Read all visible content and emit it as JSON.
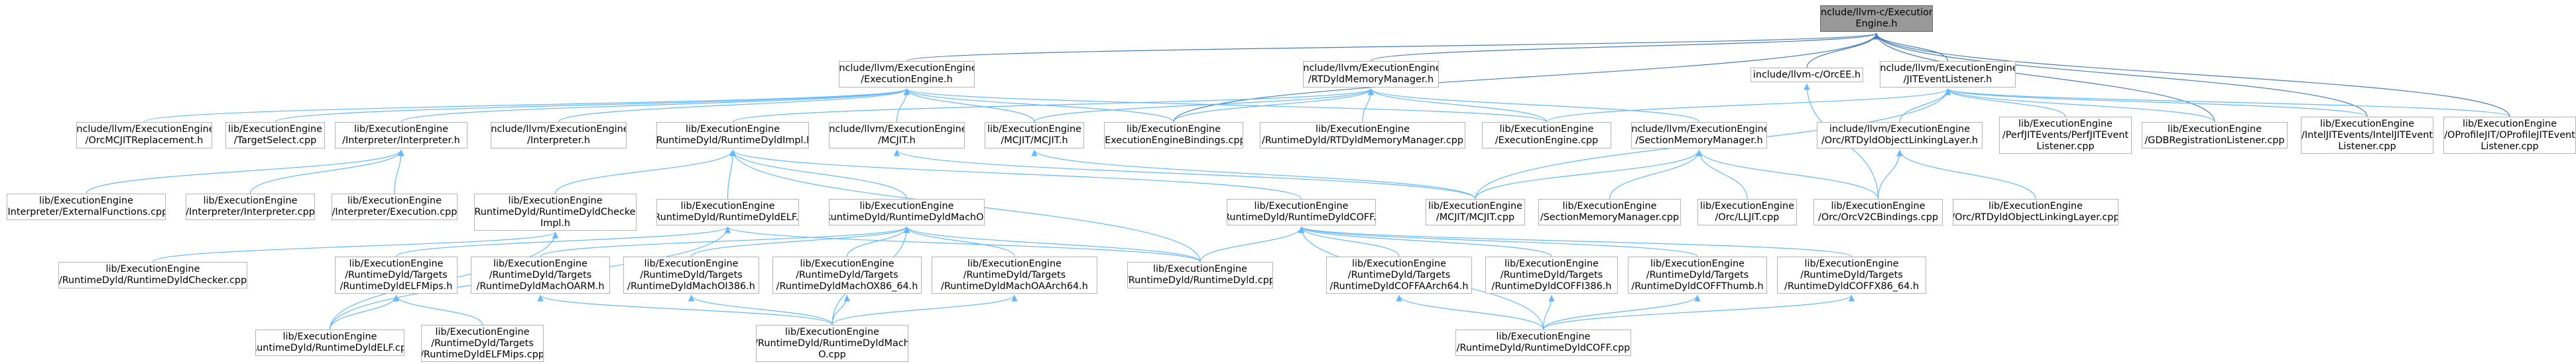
{
  "colors": {
    "edge": "#63b8ff",
    "edge_from_root": "#4a7ebb",
    "node_border": "#b4b4b4",
    "root_fill": "#999999"
  },
  "nodes": {
    "root": "include/llvm-c/Execution\nEngine.h",
    "ee_h": "include/llvm/ExecutionEngine\n/ExecutionEngine.h",
    "rtdyld_mm": "include/llvm/ExecutionEngine\n/RTDyldMemoryManager.h",
    "orcee": "include/llvm-c/OrcEE.h",
    "jit_listener": "include/llvm/ExecutionEngine\n/JITEventListener.h",
    "orcmcjit": "include/llvm/ExecutionEngine\n/OrcMCJITReplacement.h",
    "targetselect": "lib/ExecutionEngine\n/TargetSelect.cpp",
    "interp_h": "lib/ExecutionEngine\n/Interpreter/Interpreter.h",
    "interp_inc": "include/llvm/ExecutionEngine\n/Interpreter.h",
    "dyldimpl": "lib/ExecutionEngine\n/RuntimeDyld/RuntimeDyldImpl.h",
    "mcjit_inc": "include/llvm/ExecutionEngine\n/MCJIT.h",
    "mcjit_h": "lib/ExecutionEngine\n/MCJIT/MCJIT.h",
    "eebind": "lib/ExecutionEngine\n/ExecutionEngineBindings.cpp",
    "rtdyld_mm_cpp": "lib/ExecutionEngine\n/RuntimeDyld/RTDyldMemoryManager.cpp",
    "ee_cpp": "lib/ExecutionEngine\n/ExecutionEngine.cpp",
    "sectmm": "include/llvm/ExecutionEngine\n/SectionMemoryManager.h",
    "orc_linking": "include/llvm/ExecutionEngine\n/Orc/RTDyldObjectLinkingLayer.h",
    "perf": "lib/ExecutionEngine\n/PerfJITEvents/PerfJITEvent\nListener.cpp",
    "gdb": "lib/ExecutionEngine\n/GDBRegistrationListener.cpp",
    "intel": "lib/ExecutionEngine\n/IntelJITEvents/IntelJITEvent\nListener.cpp",
    "oprofile": "lib/ExecutionEngine\n/OProfileJIT/OProfileJITEvent\nListener.cpp",
    "extfunc": "lib/ExecutionEngine\n/Interpreter/ExternalFunctions.cpp",
    "interp_cpp": "lib/ExecutionEngine\n/Interpreter/Interpreter.cpp",
    "exec_cpp": "lib/ExecutionEngine\n/Interpreter/Execution.cpp",
    "checker_impl": "lib/ExecutionEngine\n/RuntimeDyld/RuntimeDyldChecker\nImpl.h",
    "dyldelf_h": "lib/ExecutionEngine\n/RuntimeDyld/RuntimeDyldELF.h",
    "dyldmacho_h": "lib/ExecutionEngine\n/RuntimeDyld/RuntimeDyldMachO.h",
    "dyldcoff_h": "lib/ExecutionEngine\n/RuntimeDyld/RuntimeDyldCOFF.h",
    "mcjit_cpp": "lib/ExecutionEngine\n/MCJIT/MCJIT.cpp",
    "sectmm_cpp": "lib/ExecutionEngine\n/SectionMemoryManager.cpp",
    "lljit": "lib/ExecutionEngine\n/Orc/LLJIT.cpp",
    "orcv2": "lib/ExecutionEngine\n/Orc/OrcV2CBindings.cpp",
    "rtlinking_cpp": "lib/ExecutionEngine\n/Orc/RTDyldObjectLinkingLayer.cpp",
    "checker_cpp": "lib/ExecutionEngine\n/RuntimeDyld/RuntimeDyldChecker.cpp",
    "elfmips_h": "lib/ExecutionEngine\n/RuntimeDyld/Targets\n/RuntimeDyldELFMips.h",
    "machoarm": "lib/ExecutionEngine\n/RuntimeDyld/Targets\n/RuntimeDyldMachOARM.h",
    "machoi386": "lib/ExecutionEngine\n/RuntimeDyld/Targets\n/RuntimeDyldMachOI386.h",
    "machox86": "lib/ExecutionEngine\n/RuntimeDyld/Targets\n/RuntimeDyldMachOX86_64.h",
    "machoaarch": "lib/ExecutionEngine\n/RuntimeDyld/Targets\n/RuntimeDyldMachOAArch64.h",
    "dyld_cpp": "lib/ExecutionEngine\n/RuntimeDyld/RuntimeDyld.cpp",
    "coffaarch": "lib/ExecutionEngine\n/RuntimeDyld/Targets\n/RuntimeDyldCOFFAArch64.h",
    "coffi386": "lib/ExecutionEngine\n/RuntimeDyld/Targets\n/RuntimeDyldCOFFI386.h",
    "coffthumb": "lib/ExecutionEngine\n/RuntimeDyld/Targets\n/RuntimeDyldCOFFThumb.h",
    "coffx86": "lib/ExecutionEngine\n/RuntimeDyld/Targets\n/RuntimeDyldCOFFX86_64.h",
    "dyldelf_cpp": "lib/ExecutionEngine\n/RuntimeDyld/RuntimeDyldELF.cpp",
    "elfmips_cpp": "lib/ExecutionEngine\n/RuntimeDyld/Targets\n/RuntimeDyldELFMips.cpp",
    "dyldmacho_cpp": "lib/ExecutionEngine\n/RuntimeDyld/RuntimeDyldMach\nO.cpp",
    "dyldcoff_cpp": "lib/ExecutionEngine\n/RuntimeDyld/RuntimeDyldCOFF.cpp"
  },
  "edges": [
    [
      "root",
      "ee_h"
    ],
    [
      "root",
      "rtdyld_mm"
    ],
    [
      "root",
      "orcee"
    ],
    [
      "root",
      "jit_listener"
    ],
    [
      "root",
      "eebind"
    ],
    [
      "root",
      "gdb"
    ],
    [
      "root",
      "intel"
    ],
    [
      "root",
      "oprofile"
    ],
    [
      "ee_h",
      "orcmcjit"
    ],
    [
      "ee_h",
      "targetselect"
    ],
    [
      "ee_h",
      "interp_h"
    ],
    [
      "ee_h",
      "interp_inc"
    ],
    [
      "ee_h",
      "mcjit_inc"
    ],
    [
      "ee_h",
      "mcjit_h"
    ],
    [
      "ee_h",
      "eebind"
    ],
    [
      "ee_h",
      "ee_cpp"
    ],
    [
      "rtdyld_mm",
      "mcjit_h"
    ],
    [
      "rtdyld_mm",
      "dyldimpl"
    ],
    [
      "rtdyld_mm",
      "eebind"
    ],
    [
      "rtdyld_mm",
      "rtdyld_mm_cpp"
    ],
    [
      "rtdyld_mm",
      "ee_cpp"
    ],
    [
      "rtdyld_mm",
      "sectmm"
    ],
    [
      "orcee",
      "orcv2"
    ],
    [
      "jit_listener",
      "mcjit_cpp"
    ],
    [
      "jit_listener",
      "orc_linking"
    ],
    [
      "jit_listener",
      "perf"
    ],
    [
      "jit_listener",
      "gdb"
    ],
    [
      "jit_listener",
      "intel"
    ],
    [
      "jit_listener",
      "oprofile"
    ],
    [
      "jit_listener",
      "ee_cpp"
    ],
    [
      "interp_h",
      "extfunc"
    ],
    [
      "interp_h",
      "interp_cpp"
    ],
    [
      "interp_h",
      "exec_cpp"
    ],
    [
      "dyldimpl",
      "checker_impl"
    ],
    [
      "dyldimpl",
      "dyldelf_h"
    ],
    [
      "dyldimpl",
      "dyldmacho_h"
    ],
    [
      "dyldimpl",
      "dyldcoff_h"
    ],
    [
      "dyldimpl",
      "dyld_cpp"
    ],
    [
      "mcjit_inc",
      "mcjit_cpp"
    ],
    [
      "mcjit_h",
      "mcjit_cpp"
    ],
    [
      "sectmm",
      "mcjit_cpp"
    ],
    [
      "sectmm",
      "sectmm_cpp"
    ],
    [
      "sectmm",
      "lljit"
    ],
    [
      "sectmm",
      "orcv2"
    ],
    [
      "orc_linking",
      "orcv2"
    ],
    [
      "orc_linking",
      "rtlinking_cpp"
    ],
    [
      "checker_impl",
      "checker_cpp"
    ],
    [
      "checker_impl",
      "dyldelf_cpp"
    ],
    [
      "dyldelf_h",
      "elfmips_h"
    ],
    [
      "dyldelf_h",
      "dyld_cpp"
    ],
    [
      "dyldelf_h",
      "dyldelf_cpp"
    ],
    [
      "dyldmacho_h",
      "machoarm"
    ],
    [
      "dyldmacho_h",
      "machoi386"
    ],
    [
      "dyldmacho_h",
      "machox86"
    ],
    [
      "dyldmacho_h",
      "machoaarch"
    ],
    [
      "dyldmacho_h",
      "dyld_cpp"
    ],
    [
      "dyldmacho_h",
      "dyldmacho_cpp"
    ],
    [
      "dyldcoff_h",
      "coffaarch"
    ],
    [
      "dyldcoff_h",
      "coffi386"
    ],
    [
      "dyldcoff_h",
      "coffthumb"
    ],
    [
      "dyldcoff_h",
      "coffx86"
    ],
    [
      "dyldcoff_h",
      "dyld_cpp"
    ],
    [
      "dyldcoff_h",
      "dyldcoff_cpp"
    ],
    [
      "elfmips_h",
      "dyldelf_cpp"
    ],
    [
      "elfmips_h",
      "elfmips_cpp"
    ],
    [
      "machoarm",
      "dyldmacho_cpp"
    ],
    [
      "machoi386",
      "dyldmacho_cpp"
    ],
    [
      "machox86",
      "dyldmacho_cpp"
    ],
    [
      "machoaarch",
      "dyldmacho_cpp"
    ],
    [
      "coffaarch",
      "dyldcoff_cpp"
    ],
    [
      "coffi386",
      "dyldcoff_cpp"
    ],
    [
      "coffthumb",
      "dyldcoff_cpp"
    ],
    [
      "coffx86",
      "dyldcoff_cpp"
    ]
  ]
}
